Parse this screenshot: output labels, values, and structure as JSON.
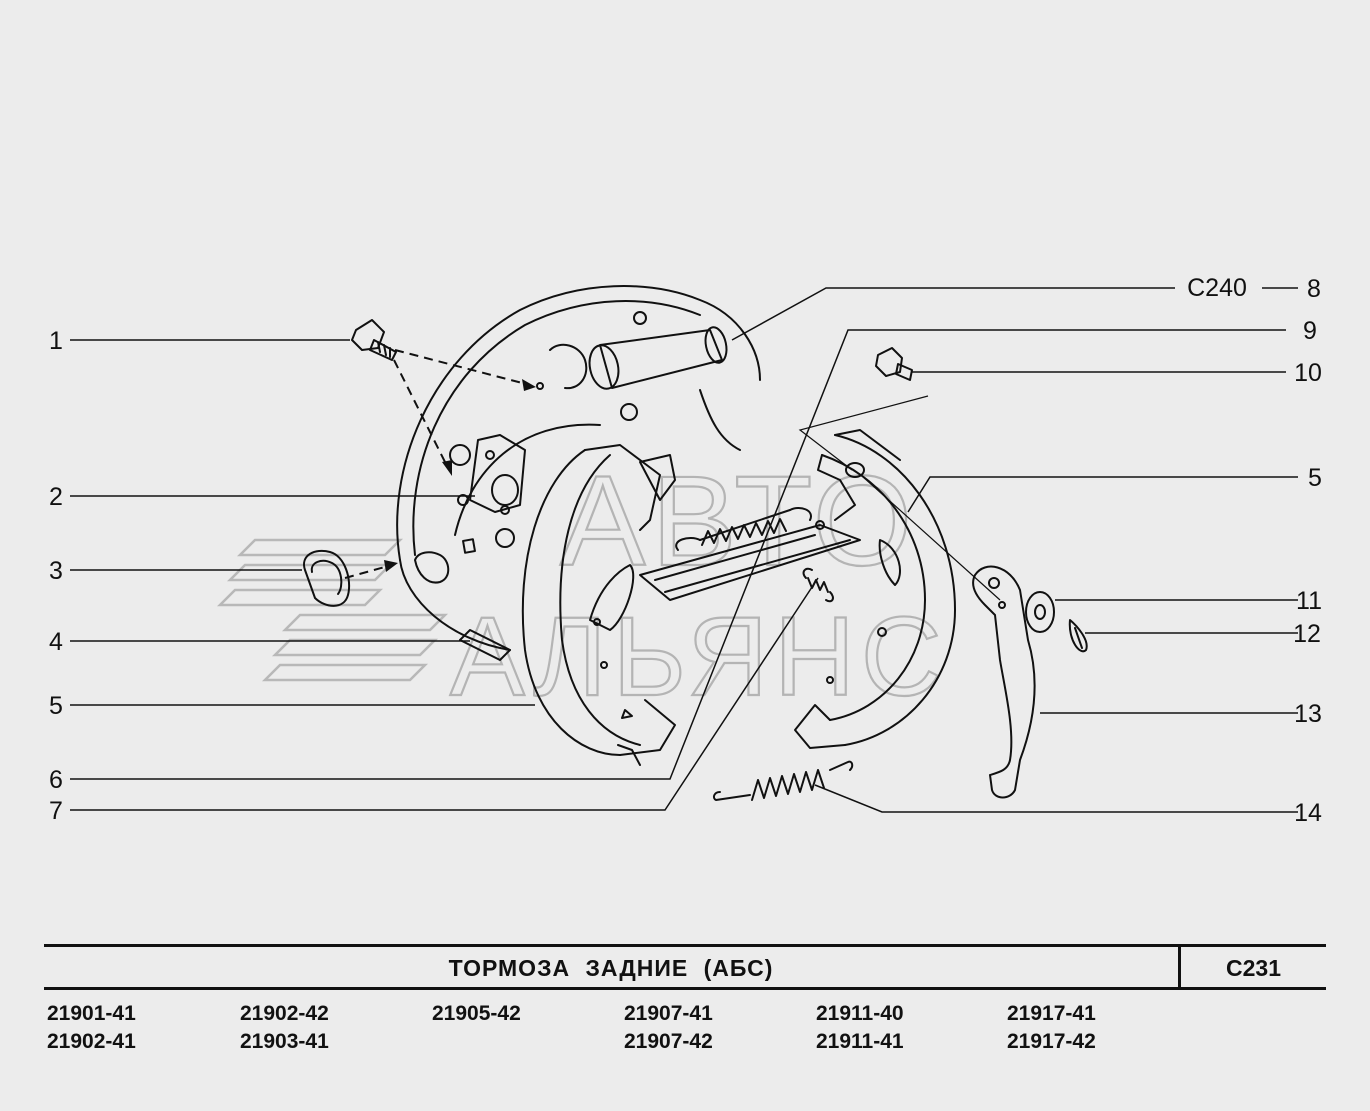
{
  "diagram": {
    "watermark": {
      "line1": "АВТО",
      "line2": "АЛЬЯНС"
    },
    "callouts_left": [
      {
        "label": "1"
      },
      {
        "label": "2"
      },
      {
        "label": "3"
      },
      {
        "label": "4"
      },
      {
        "label": "5"
      },
      {
        "label": "6"
      },
      {
        "label": "7"
      }
    ],
    "callouts_right": [
      {
        "label": "8",
        "ref": "С240"
      },
      {
        "label": "9"
      },
      {
        "label": "10"
      },
      {
        "label": "5"
      },
      {
        "label": "11"
      },
      {
        "label": "12"
      },
      {
        "label": "13"
      },
      {
        "label": "14"
      }
    ]
  },
  "title_block": {
    "title": "ТОРМОЗА  ЗАДНИЕ  (АБС)",
    "sheet_code": "С231"
  },
  "models": [
    [
      "21901-41",
      "21902-41"
    ],
    [
      "21902-42",
      "21903-41"
    ],
    [
      "21905-42"
    ],
    [
      "21907-41",
      "21907-42"
    ],
    [
      "21911-40",
      "21911-41"
    ],
    [
      "21917-41",
      "21917-42"
    ]
  ]
}
